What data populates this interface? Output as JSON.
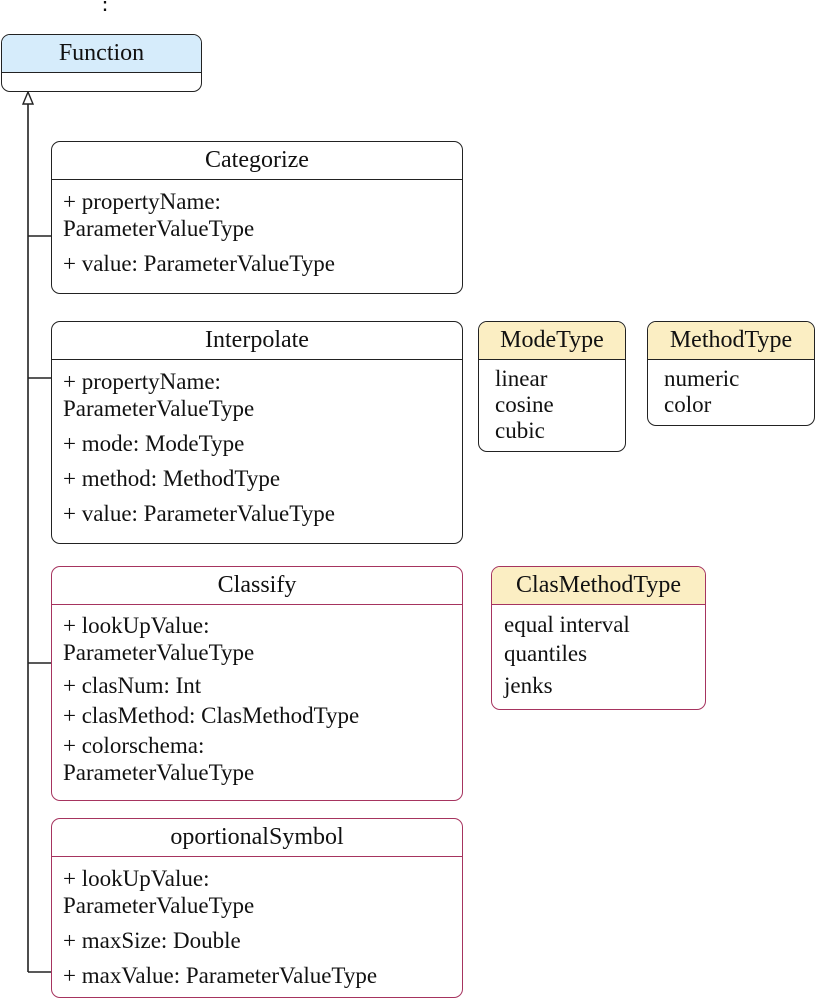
{
  "superclass": {
    "name": "Function"
  },
  "classes": [
    {
      "id": "categorize",
      "name": "Categorize",
      "attributes": [
        {
          "l1": "+ propertyName:",
          "l2": "ParameterValueType"
        },
        {
          "l1": "+ value: ParameterValueType"
        }
      ]
    },
    {
      "id": "interpolate",
      "name": "Interpolate",
      "attributes": [
        {
          "l1": "+ propertyName:",
          "l2": "ParameterValueType"
        },
        {
          "l1": "+ mode: ModeType"
        },
        {
          "l1": "+ method: MethodType"
        },
        {
          "l1": "+ value: ParameterValueType"
        }
      ]
    },
    {
      "id": "classify",
      "name": "Classify",
      "attributes": [
        {
          "l1": "+ lookUpValue:",
          "l2": "ParameterValueType"
        },
        {
          "l1": "+ clasNum: Int"
        },
        {
          "l1": "+ clasMethod: ClasMethodType"
        },
        {
          "l1": "+ colorschema:",
          "l2": "ParameterValueType"
        }
      ]
    },
    {
      "id": "proportional",
      "name": "oportionalSymbol",
      "attributes": [
        {
          "l1": "+ lookUpValue:",
          "l2": "ParameterValueType"
        },
        {
          "l1": "+ maxSize: Double"
        },
        {
          "l1": "+ maxValue: ParameterValueType"
        }
      ]
    }
  ],
  "enums": [
    {
      "id": "modetype",
      "name": "ModeType",
      "literals": [
        "linear",
        "cosine",
        "cubic"
      ]
    },
    {
      "id": "methodtype",
      "name": "MethodType",
      "literals": [
        "numeric",
        "color"
      ]
    },
    {
      "id": "clasmethodtype",
      "name": "ClasMethodType",
      "literals": [
        "equal interval",
        "quantiles",
        "jenks"
      ]
    }
  ],
  "colors": {
    "superclass_header": "#d6ecfb",
    "enum_header": "#fbeec3",
    "highlight_border": "#a6345f",
    "default_border": "#222222"
  }
}
